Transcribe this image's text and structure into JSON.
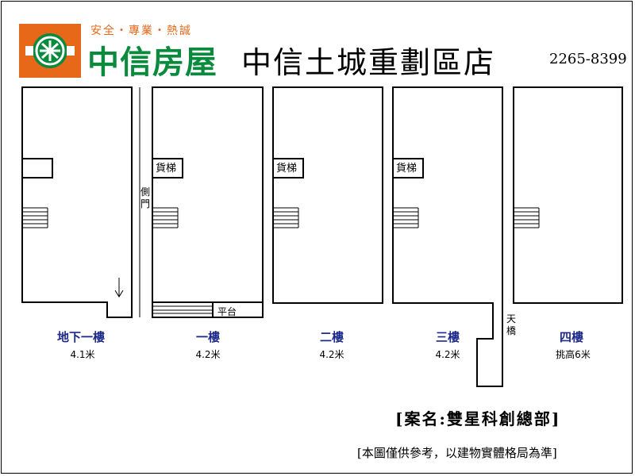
{
  "header": {
    "slogan": "安全・專業・熱誠",
    "brand": "中信房屋",
    "store": "中信土城重劃區店",
    "phone": "2265-8399",
    "brand_color": "#0a8a3c",
    "accent_color": "#e8681a",
    "logo_icon": "globe-logo-icon"
  },
  "floors": [
    {
      "name": "地下一樓",
      "height": "4.1米"
    },
    {
      "name": "一樓",
      "height": "4.2米"
    },
    {
      "name": "二樓",
      "height": "4.2米"
    },
    {
      "name": "三樓",
      "height": "4.2米"
    },
    {
      "name": "四樓",
      "height": "挑高6米"
    }
  ],
  "labels": {
    "freight_elevator": "貨梯",
    "side_door": "側門",
    "platform": "平台",
    "skybridge": "天橋"
  },
  "footer": {
    "case_name": "[案名:雙星科創總部]",
    "disclaimer": "[本圖僅供參考，以建物實體格局為準]"
  }
}
